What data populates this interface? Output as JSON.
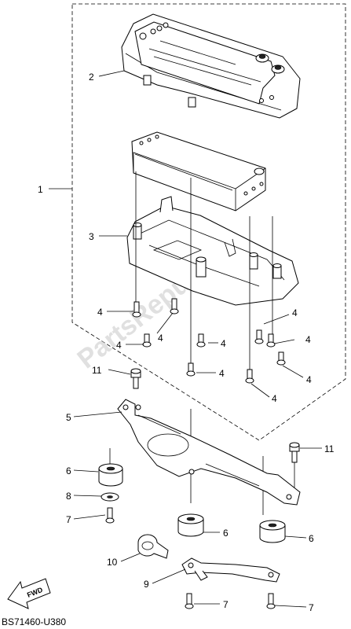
{
  "diagram": {
    "callouts": {
      "c1": "1",
      "c2": "2",
      "c3": "3",
      "c4": "4",
      "c5": "5",
      "c6": "6",
      "c7": "7",
      "c8": "8",
      "c9": "9",
      "c10": "10",
      "c11": "11"
    },
    "fwd_label": "FWD",
    "drawing_code": "BS71460-U380",
    "watermark": "PartsRepublik"
  }
}
